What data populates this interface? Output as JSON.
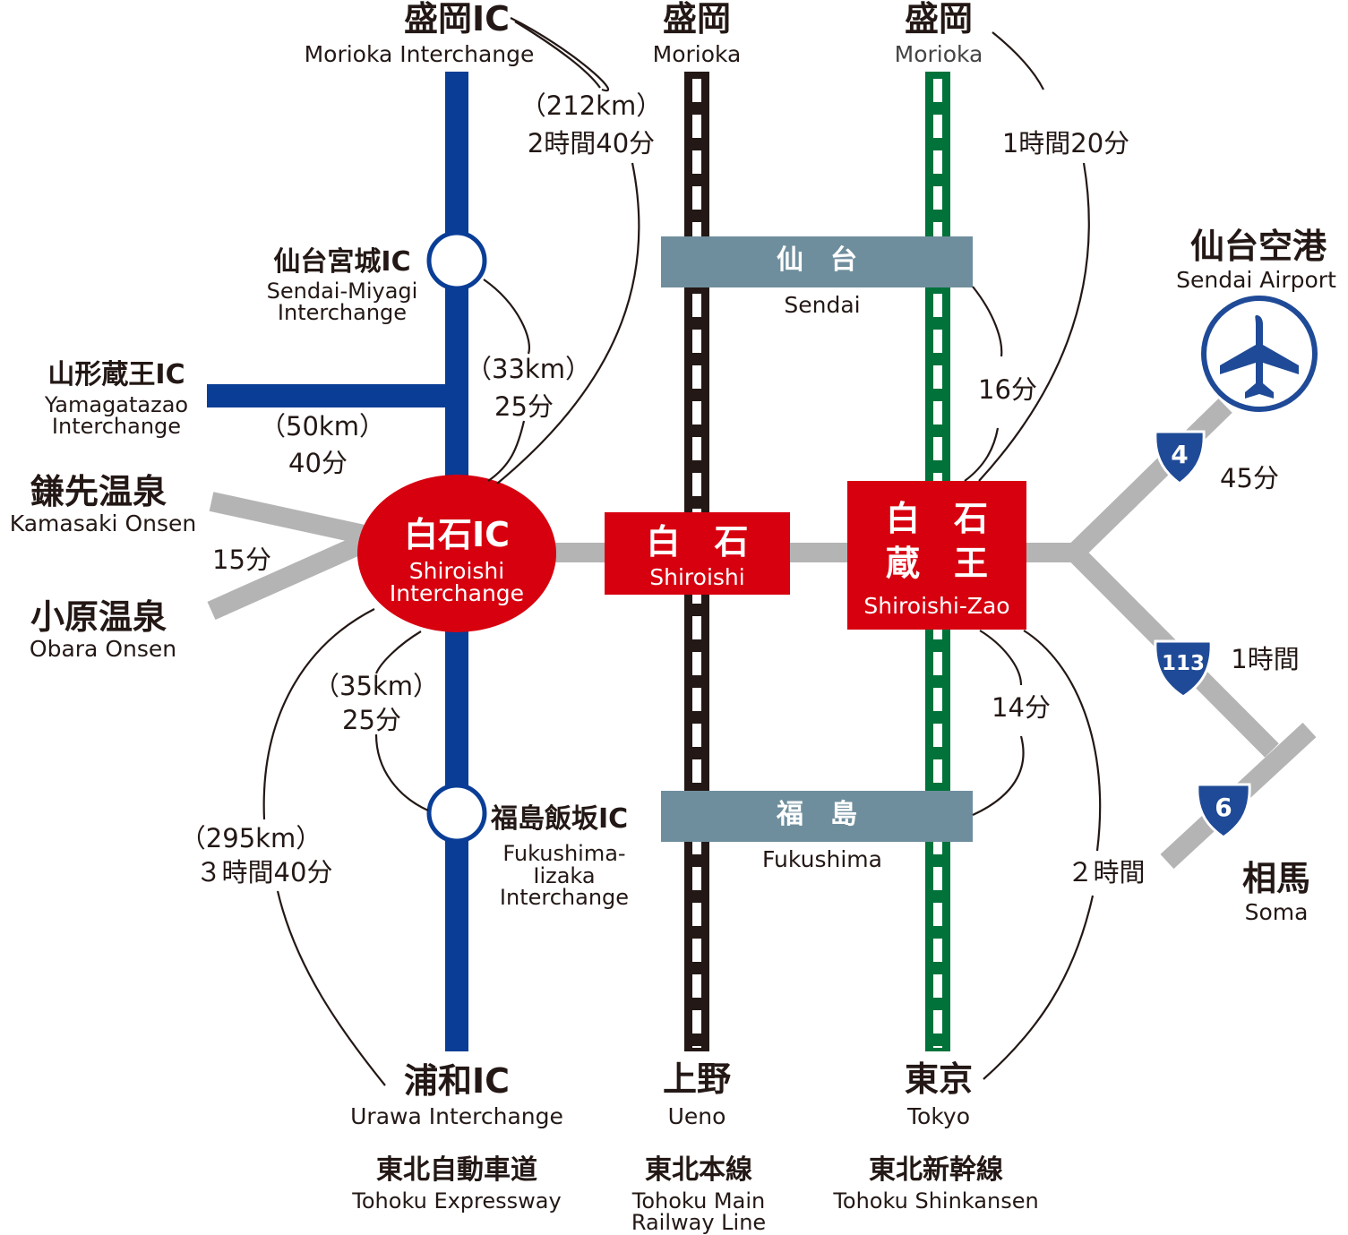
{
  "colors": {
    "expressway": "#0a3d96",
    "railway": "#231815",
    "shinkansen": "#00723a",
    "station_red": "#d7000f",
    "station_box": "#6f8e9d",
    "road_gray": "#b4b4b4",
    "route_badge": "#1f4a97"
  },
  "expressway": {
    "north": {
      "jp": "盛岡IC",
      "en": "Morioka Interchange"
    },
    "sendai_miyagi": {
      "jp": "仙台宮城IC",
      "en1": "Sendai-Miyagi",
      "en2": "Interchange"
    },
    "yamagata_zao": {
      "jp": "山形蔵王IC",
      "en1": "Yamagatazao",
      "en2": "Interchange"
    },
    "shiroishi": {
      "jp": "白石IC",
      "en1": "Shiroishi",
      "en2": "Interchange"
    },
    "fukushima_iizaka": {
      "jp": "福島飯坂IC",
      "en1": "Fukushima-",
      "en2": "Iizaka",
      "en3": "Interchange"
    },
    "south": {
      "jp": "浦和IC",
      "en": "Urawa Interchange"
    },
    "line": {
      "jp": "東北自動車道",
      "en": "Tohoku Expressway"
    },
    "times": {
      "to_morioka_km": "（212km）",
      "to_morioka_time": "2時間40分",
      "to_sendai_km": "（33km）",
      "to_sendai_time": "25分",
      "to_yamagata_km": "（50km）",
      "to_yamagata_time": "40分",
      "to_fukushima_km": "（35km）",
      "to_fukushima_time": "25分",
      "to_urawa_km": "（295km）",
      "to_urawa_time": "３時間40分"
    }
  },
  "onsen": {
    "kamasaki": {
      "jp": "鎌先温泉",
      "en": "Kamasaki Onsen"
    },
    "obara": {
      "jp": "小原温泉",
      "en": "Obara Onsen"
    },
    "time": "15分"
  },
  "railway": {
    "north": {
      "jp": "盛岡",
      "en": "Morioka"
    },
    "station": {
      "jp": "白　石",
      "en": "Shiroishi"
    },
    "south": {
      "jp": "上野",
      "en": "Ueno"
    },
    "line": {
      "jp": "東北本線",
      "en1": "Tohoku Main",
      "en2": "Railway Line"
    }
  },
  "shinkansen": {
    "north": {
      "jp": "盛岡",
      "en": "Morioka"
    },
    "station": {
      "jp1": "白　石",
      "jp2": "蔵　王",
      "en": "Shiroishi-Zao"
    },
    "south": {
      "jp": "東京",
      "en": "Tokyo"
    },
    "line": {
      "jp": "東北新幹線",
      "en": "Tohoku Shinkansen"
    },
    "times": {
      "to_morioka": "1時間20分",
      "to_sendai": "16分",
      "to_fukushima": "14分",
      "to_tokyo": "２時間"
    }
  },
  "shared_stations": {
    "sendai": {
      "jp": "仙　台",
      "en": "Sendai"
    },
    "fukushima": {
      "jp": "福　島",
      "en": "Fukushima"
    }
  },
  "airport": {
    "jp": "仙台空港",
    "en": "Sendai Airport",
    "icon": "airplane-icon",
    "time": "45分"
  },
  "soma": {
    "jp": "相馬",
    "en": "Soma",
    "time": "1時間"
  },
  "routes": [
    "4",
    "113",
    "6"
  ]
}
